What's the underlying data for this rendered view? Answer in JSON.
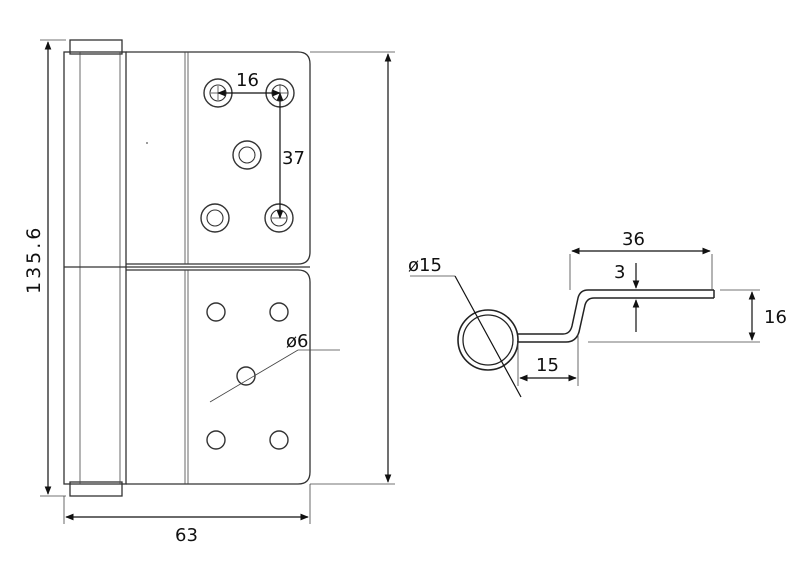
{
  "dimensions": {
    "height_total": "135.6",
    "width_total": "63",
    "hole_spacing_h": "16",
    "hole_spacing_v": "37",
    "hole_diameter": "6",
    "knuckle_diameter": "15",
    "leaf_length": "36",
    "leaf_thickness": "3",
    "offset_height": "16",
    "offset_length": "15"
  },
  "diameter_symbol": "ø"
}
